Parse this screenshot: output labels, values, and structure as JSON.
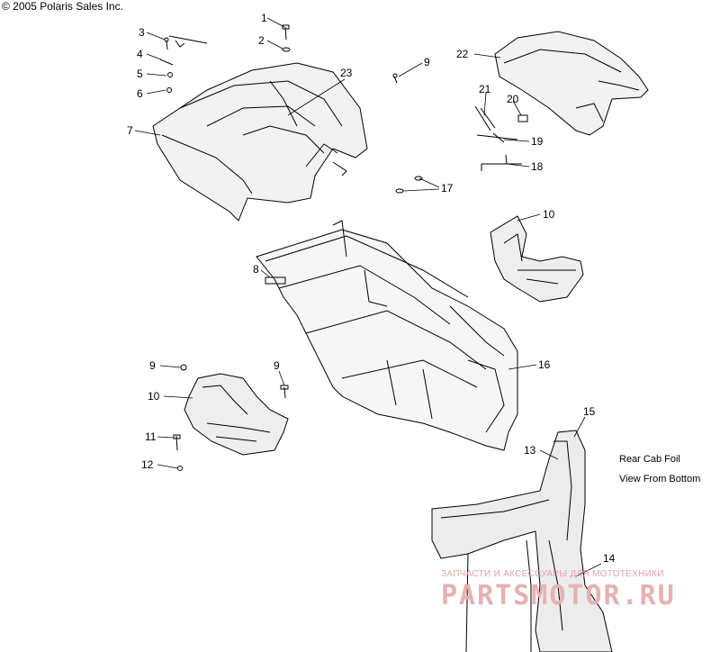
{
  "copyright": "© 2005 Polaris Sales Inc.",
  "callouts": [
    {
      "id": "c1",
      "label": "1"
    },
    {
      "id": "c2",
      "label": "2"
    },
    {
      "id": "c3",
      "label": "3"
    },
    {
      "id": "c4",
      "label": "4"
    },
    {
      "id": "c5",
      "label": "5"
    },
    {
      "id": "c6",
      "label": "6"
    },
    {
      "id": "c7",
      "label": "7"
    },
    {
      "id": "c9a",
      "label": "9"
    },
    {
      "id": "c22",
      "label": "22"
    },
    {
      "id": "c21",
      "label": "21"
    },
    {
      "id": "c20",
      "label": "20"
    },
    {
      "id": "c23",
      "label": "23"
    },
    {
      "id": "c19",
      "label": "19"
    },
    {
      "id": "c18",
      "label": "18"
    },
    {
      "id": "c17",
      "label": "17"
    },
    {
      "id": "c10a",
      "label": "10"
    },
    {
      "id": "c8",
      "label": "8"
    },
    {
      "id": "c16",
      "label": "16"
    },
    {
      "id": "c9b",
      "label": "9"
    },
    {
      "id": "c9c",
      "label": "9"
    },
    {
      "id": "c10b",
      "label": "10"
    },
    {
      "id": "c15",
      "label": "15"
    },
    {
      "id": "c11",
      "label": "11"
    },
    {
      "id": "c13",
      "label": "13"
    },
    {
      "id": "c12",
      "label": "12"
    },
    {
      "id": "c14",
      "label": "14"
    }
  ],
  "caption": {
    "line1": "Rear Cab Foil",
    "line2": "View From Bottom"
  },
  "watermark": {
    "line1": "ЗАПЧАСТИ И АКСЕССУАРЫ ДЛЯ МОТОТЕХНИКИ",
    "line2": "PARTSMOTOR.RU",
    "color": "#e8b0b0"
  }
}
